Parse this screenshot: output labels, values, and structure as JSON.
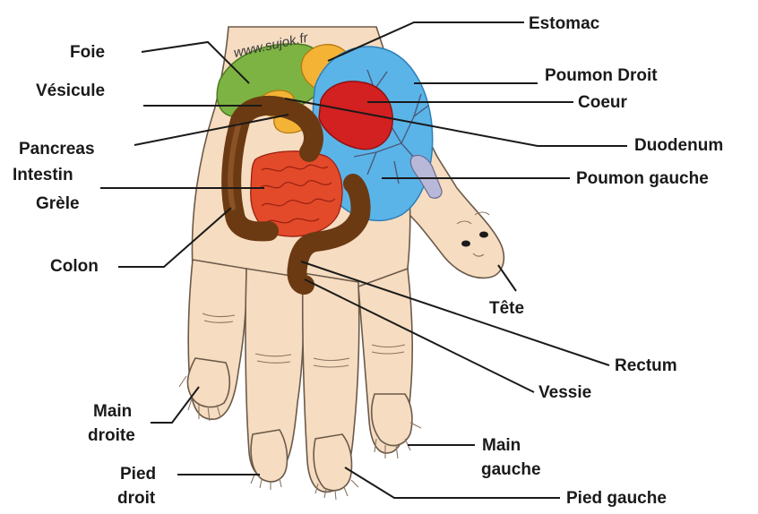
{
  "watermark": "www.sujok.fr",
  "labels": {
    "foie": "Foie",
    "vesicule": "Vésicule",
    "pancreas": "Pancreas",
    "intestin_1": "Intestin",
    "intestin_2": "Grèle",
    "colon": "Colon",
    "main_droite_1": "Main",
    "main_droite_2": "droite",
    "pied_droit_1": "Pied",
    "pied_droit_2": "droit",
    "estomac": "Estomac",
    "poumon_droit": "Poumon Droit",
    "coeur": "Coeur",
    "duodenum": "Duodenum",
    "poumon_gauche": "Poumon gauche",
    "tete": "Tête",
    "rectum": "Rectum",
    "vessie": "Vessie",
    "main_gauche_1": "Main",
    "main_gauche_2": "gauche",
    "pied_gauche": "Pied gauche"
  },
  "colors": {
    "skin": "#f6dcc0",
    "liver": "#7cb342",
    "gallbladder": "#f5b335",
    "lung": "#5ab4e8",
    "heart": "#d32020",
    "intestine": "#e24a2a",
    "colon": "#6b3a12",
    "trachea": "#b8b8d8"
  }
}
